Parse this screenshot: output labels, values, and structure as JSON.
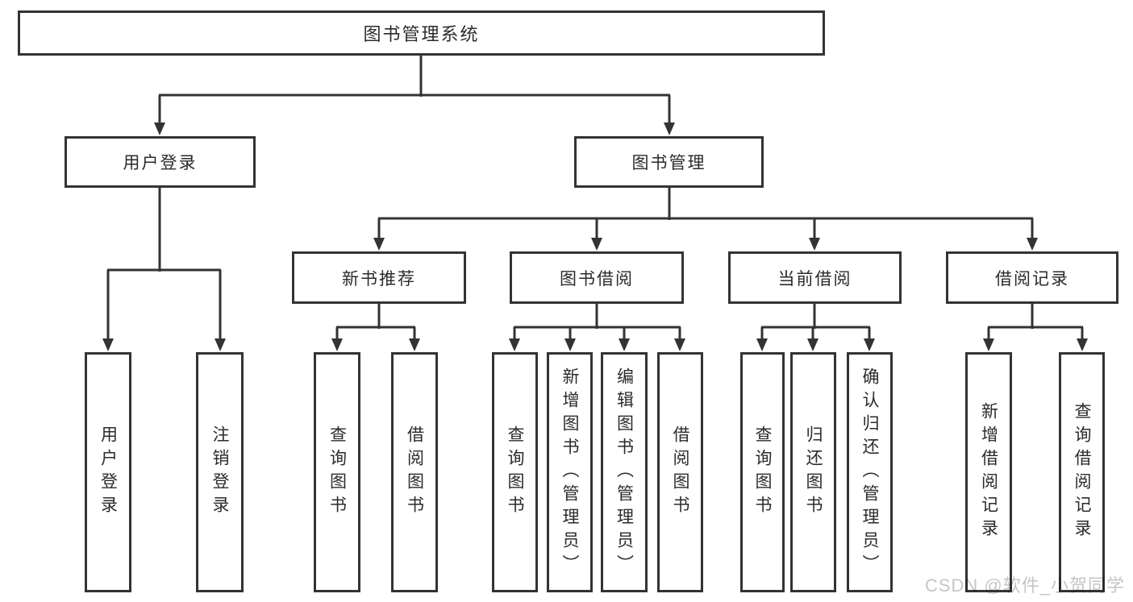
{
  "colors": {
    "line": "#333333",
    "text": "#2b2b2b",
    "background": "#ffffff",
    "watermark": "#c6c6c6"
  },
  "watermark": {
    "text": "CSDN @软件_小贺同学"
  },
  "tree": {
    "label": "图书管理系统",
    "children": [
      {
        "label": "用户登录",
        "children": [
          {
            "label": "用户登录"
          },
          {
            "label": "注销登录"
          }
        ]
      },
      {
        "label": "图书管理",
        "children": [
          {
            "label": "新书推荐",
            "children": [
              {
                "label": "查询图书"
              },
              {
                "label": "借阅图书"
              }
            ]
          },
          {
            "label": "图书借阅",
            "children": [
              {
                "label": "查询图书"
              },
              {
                "label": "新增图书（管理员）"
              },
              {
                "label": "编辑图书（管理员）"
              },
              {
                "label": "借阅图书"
              }
            ]
          },
          {
            "label": "当前借阅",
            "children": [
              {
                "label": "查询图书"
              },
              {
                "label": "归还图书"
              },
              {
                "label": "确认归还（管理员）"
              }
            ]
          },
          {
            "label": "借阅记录",
            "children": [
              {
                "label": "新增借阅记录"
              },
              {
                "label": "查询借阅记录"
              }
            ]
          }
        ]
      }
    ]
  }
}
